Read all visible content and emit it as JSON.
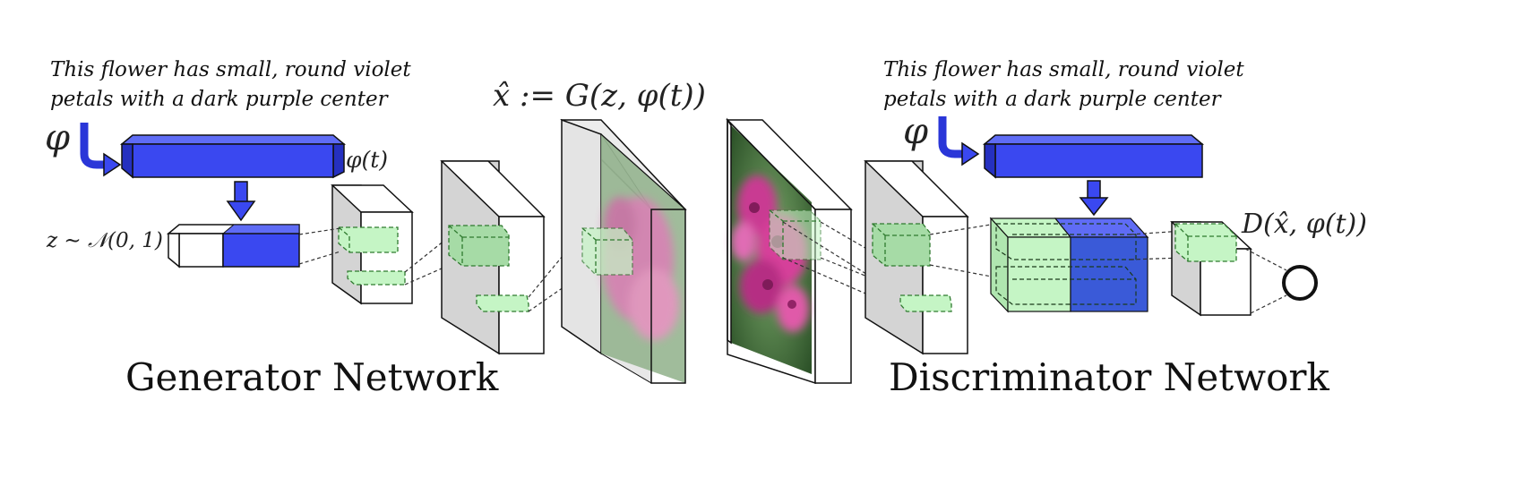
{
  "generator": {
    "caption_line1": "This flower has small, round violet",
    "caption_line2": "petals with a dark purple center",
    "phi_symbol": "φ",
    "phi_t_label": "φ(t)",
    "z_label": "z ∼ 𝒩(0, 1)",
    "output_label": "x̂ := G(z, φ(t))",
    "title": "Generator Network"
  },
  "discriminator": {
    "caption_line1": "This flower has small, round violet",
    "caption_line2": "petals with a dark purple center",
    "phi_symbol": "φ",
    "output_label": "D(x̂, φ(t))",
    "title": "Discriminator Network"
  },
  "colors": {
    "embedding_blue": "#3a48f0",
    "feature_green": "#c5f5c5",
    "block_gray": "#d4d4d4",
    "flower_pink": "#d63f9a",
    "leaf_green": "#2e6b2a"
  }
}
